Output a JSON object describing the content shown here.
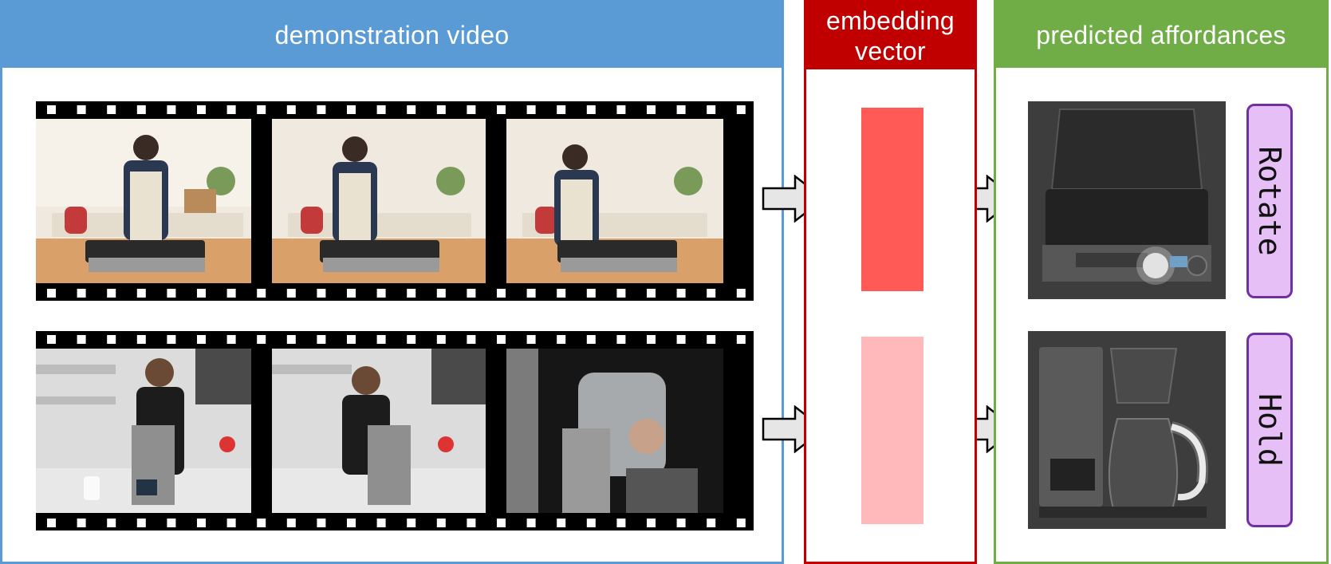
{
  "panels": {
    "demo": {
      "title": "demonstration video"
    },
    "embed": {
      "title": "embedding vector"
    },
    "affordances": {
      "title": "predicted affordances"
    }
  },
  "embeddings": [
    {
      "color": "#ff5a55"
    },
    {
      "color": "#ffb9bb"
    }
  ],
  "affordances": [
    {
      "label": "Rotate",
      "object": "grill-press"
    },
    {
      "label": "Hold",
      "object": "coffee-maker"
    }
  ],
  "colors": {
    "demo": "#5b9bd5",
    "embed": "#c00000",
    "affordances": "#70ad47",
    "label_fill": "#e6bff7",
    "label_border": "#7030a0",
    "arrow_fill": "#e7e6e6"
  }
}
